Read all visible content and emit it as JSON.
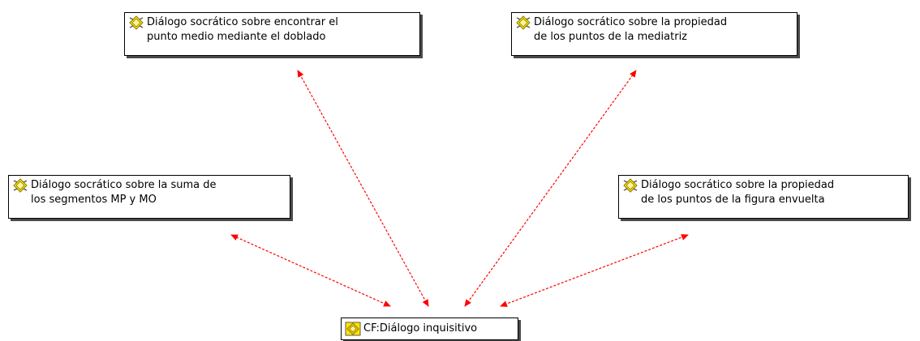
{
  "diagram": {
    "nodes": {
      "top_left": {
        "line1": "Diálogo socrático sobre encontrar el",
        "line2": "punto medio mediante el doblado",
        "icon": "socratic-dialogue-icon"
      },
      "top_right": {
        "line1": "Diálogo socrático sobre la propiedad",
        "line2": "de los puntos de la mediatriz",
        "icon": "socratic-dialogue-icon"
      },
      "mid_left": {
        "line1": "Diálogo socrático sobre la suma de",
        "line2": "los segmentos MP y MO",
        "icon": "socratic-dialogue-icon"
      },
      "mid_right": {
        "line1": "Diálogo socrático sobre la propiedad",
        "line2": "de los puntos de la figura envuelta",
        "icon": "socratic-dialogue-icon"
      },
      "center": {
        "label": "CF:Diálogo inquisitivo",
        "icon": "inquiry-dialogue-icon"
      }
    },
    "link_color": "#ff0000",
    "link_style": "dashed",
    "links": [
      {
        "from": "center",
        "to": "top_left"
      },
      {
        "from": "center",
        "to": "top_right"
      },
      {
        "from": "center",
        "to": "mid_left"
      },
      {
        "from": "center",
        "to": "mid_right"
      }
    ]
  }
}
